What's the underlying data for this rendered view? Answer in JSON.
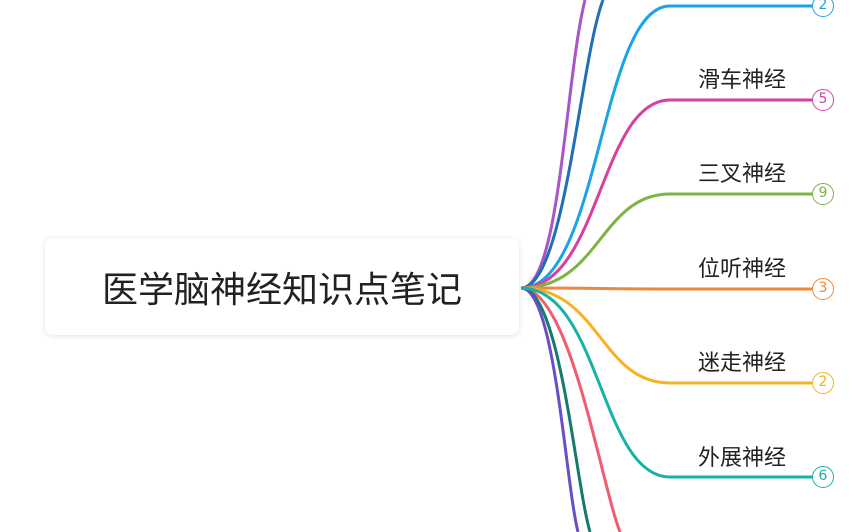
{
  "root": {
    "title": "医学脑神经知识点笔记"
  },
  "branches": [
    {
      "label": "",
      "count": "2",
      "color": "#1aa3e8"
    },
    {
      "label": "滑车神经",
      "count": "5",
      "color": "#d6409f"
    },
    {
      "label": "三叉神经",
      "count": "9",
      "color": "#7cb342"
    },
    {
      "label": "位听神经",
      "count": "3",
      "color": "#f0883a"
    },
    {
      "label": "迷走神经",
      "count": "2",
      "color": "#f5b323"
    },
    {
      "label": "外展神经",
      "count": "6",
      "color": "#17b2a6"
    }
  ],
  "offscreen_branch_colors": {
    "top": [
      "#a855c8",
      "#1f6fb5"
    ],
    "bottom": [
      "#f25c6e",
      "#147a6e",
      "#6a4fc4"
    ]
  }
}
